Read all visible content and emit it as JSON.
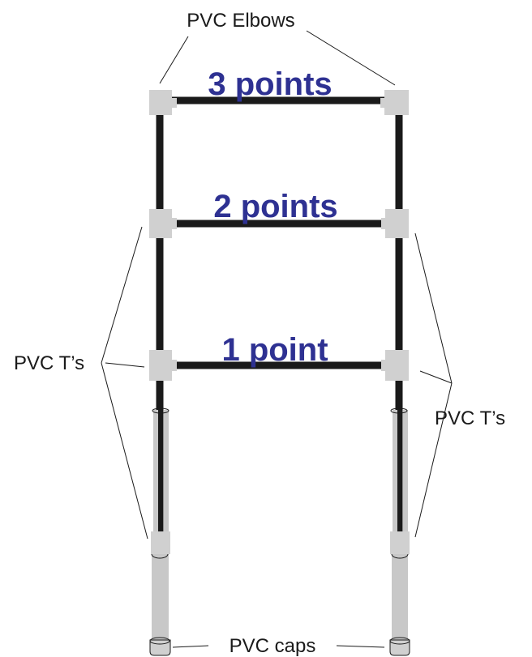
{
  "labels": {
    "elbows": "PVC Elbows",
    "tees_left": "PVC T’s",
    "tees_right": "PVC T’s",
    "caps": "PVC caps"
  },
  "rungs": [
    {
      "text": "3 points"
    },
    {
      "text": "2 points"
    },
    {
      "text": "1 point"
    }
  ],
  "colors": {
    "points_text": "#2e3192",
    "pipe": "#1a1a1a",
    "fitting": "#d0d0d0"
  }
}
